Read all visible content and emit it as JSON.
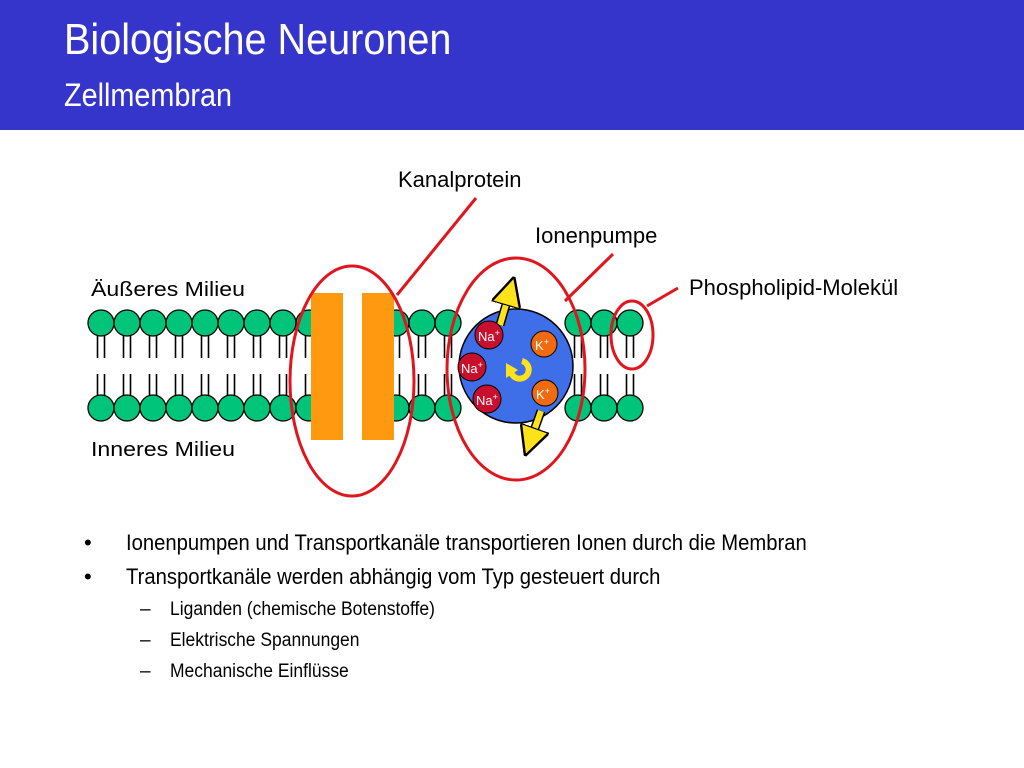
{
  "header": {
    "title": "Biologische Neuronen",
    "subtitle": "Zellmembran"
  },
  "diagram": {
    "labels": {
      "outer": "Äußeres Milieu",
      "inner": "Inneres Milieu",
      "channel": "Kanalprotein",
      "pump": "Ionenpumpe",
      "lipid": "Phospholipid-Molekül"
    },
    "ions": {
      "sodium": "Na",
      "potassium": "K",
      "charge": "+"
    },
    "colors": {
      "header_bg": "#3535cc",
      "lipid_head": "#00c47a",
      "channel": "#ff9a10",
      "pump": "#3f6fe8",
      "sodium": "#c8102e",
      "potassium": "#f06a10",
      "arrow": "#ffe21a",
      "highlight": "#e0161e"
    }
  },
  "bullets": [
    {
      "text": "Ionenpumpen und Transportkanäle transportieren Ionen durch die Membran",
      "sub": []
    },
    {
      "text": "Transportkanäle werden abhängig vom Typ gesteuert durch",
      "sub": [
        "Liganden (chemische Botenstoffe)",
        "Elektrische Spannungen",
        "Mechanische Einflüsse"
      ]
    }
  ],
  "bullet_marks": {
    "level1": "•",
    "level2": "–"
  }
}
